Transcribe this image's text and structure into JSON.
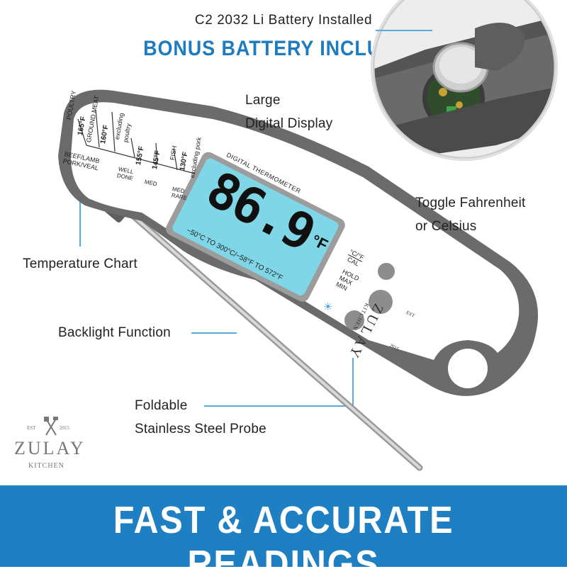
{
  "header": {
    "battery_installed": "C2 2032 Li Battery Installed",
    "bonus_battery": "BONUS BATTERY INCLUDED"
  },
  "callouts": {
    "display_line1": "Large",
    "display_line2": "Digital Display",
    "toggle_line1": "Toggle Fahrenheit",
    "toggle_line2": "or Celsius",
    "temp_chart": "Temperature Chart",
    "backlight": "Backlight Function",
    "probe_line1": "Foldable",
    "probe_line2": "Stainless Steel Probe"
  },
  "display": {
    "header": "DIGITAL THERMOMETER",
    "reading": "86.9",
    "unit": "°F",
    "range": "−50°C TO 300°C/−58°F TO 572°F"
  },
  "buttons": {
    "cf_top": "°C/°F",
    "cf_bottom": "CAL",
    "hold_line1": "HOLD",
    "hold_line2": "MAX",
    "hold_line3": "MIN"
  },
  "chart": {
    "poultry": "POULTRY",
    "t165": "165°F",
    "ground_meat": "GROUND MEAT",
    "t160": "160°F",
    "excluding_poultry_1": "excluding",
    "excluding_poultry_2": "poultry",
    "beef": "BEEF/LAMB",
    "pork": "PORK/VEAL",
    "well_1": "WELL",
    "well_2": "DONE",
    "t155": "155°F",
    "med": "MED",
    "t145": "145°F",
    "fish": "FISH",
    "med_rare_1": "MED",
    "med_rare_2": "RARE",
    "t130": "130°F",
    "excluding_pork": "excluding pork"
  },
  "brand": {
    "est": "EST",
    "year": "2015",
    "name": "ZULAY",
    "kitchen": "KITCHEN"
  },
  "banner": {
    "text": "FAST & ACCURATE READINGS"
  },
  "colors": {
    "accent_blue": "#1e7fc3",
    "header_blue": "#1f7bbf",
    "callout_line": "#5aa9d6",
    "body_gray": "#6b6b6b",
    "lcd": "#7fd6e6"
  },
  "icons": {
    "backlight_button_icon": "lightbulb-icon",
    "brand_icon": "crossed-spatula-fork-icon"
  }
}
